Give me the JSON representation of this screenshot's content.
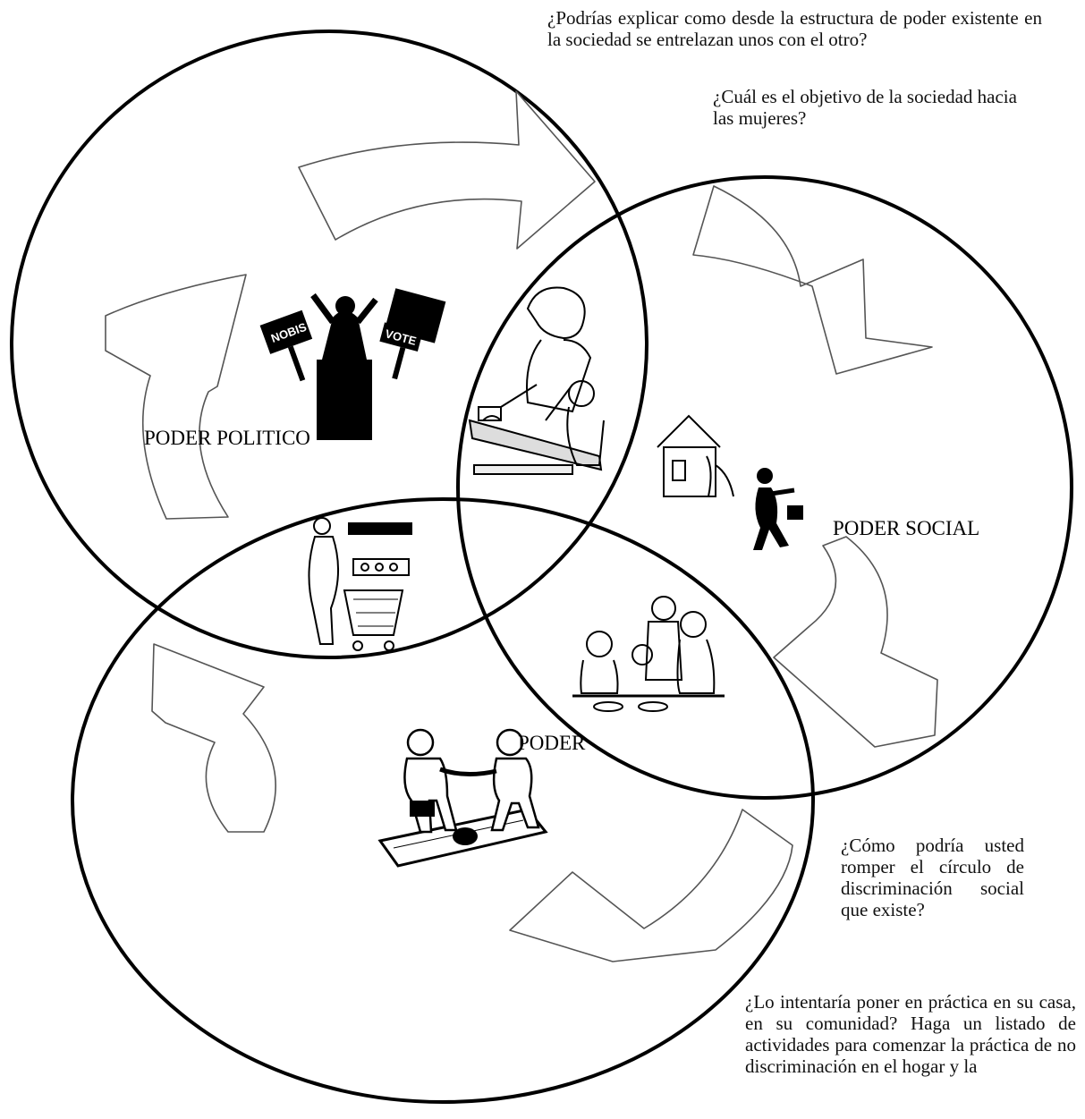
{
  "labels": {
    "political": "PODER POLITICO",
    "social": "PODER SOCIAL",
    "economic": "PODER"
  },
  "questions": {
    "q1": "¿Podrías explicar como desde la estructura de poder existente en la sociedad se entrelazan unos con el otro?",
    "q2": "¿Cuál es el objetivo de la sociedad hacia las mujeres?",
    "q3": "¿Cómo podría usted romper el círculo de discriminación social que existe?",
    "q4": "¿Lo intentaría poner en práctica en su casa, en su comunidad? Haga un listado de actividades para comenzar la práctica de no discriminación en el hogar y la"
  },
  "signs": {
    "left": "NOBIS",
    "right": "VOTE"
  },
  "colors": {
    "ink": "#000000",
    "paper": "#ffffff"
  }
}
